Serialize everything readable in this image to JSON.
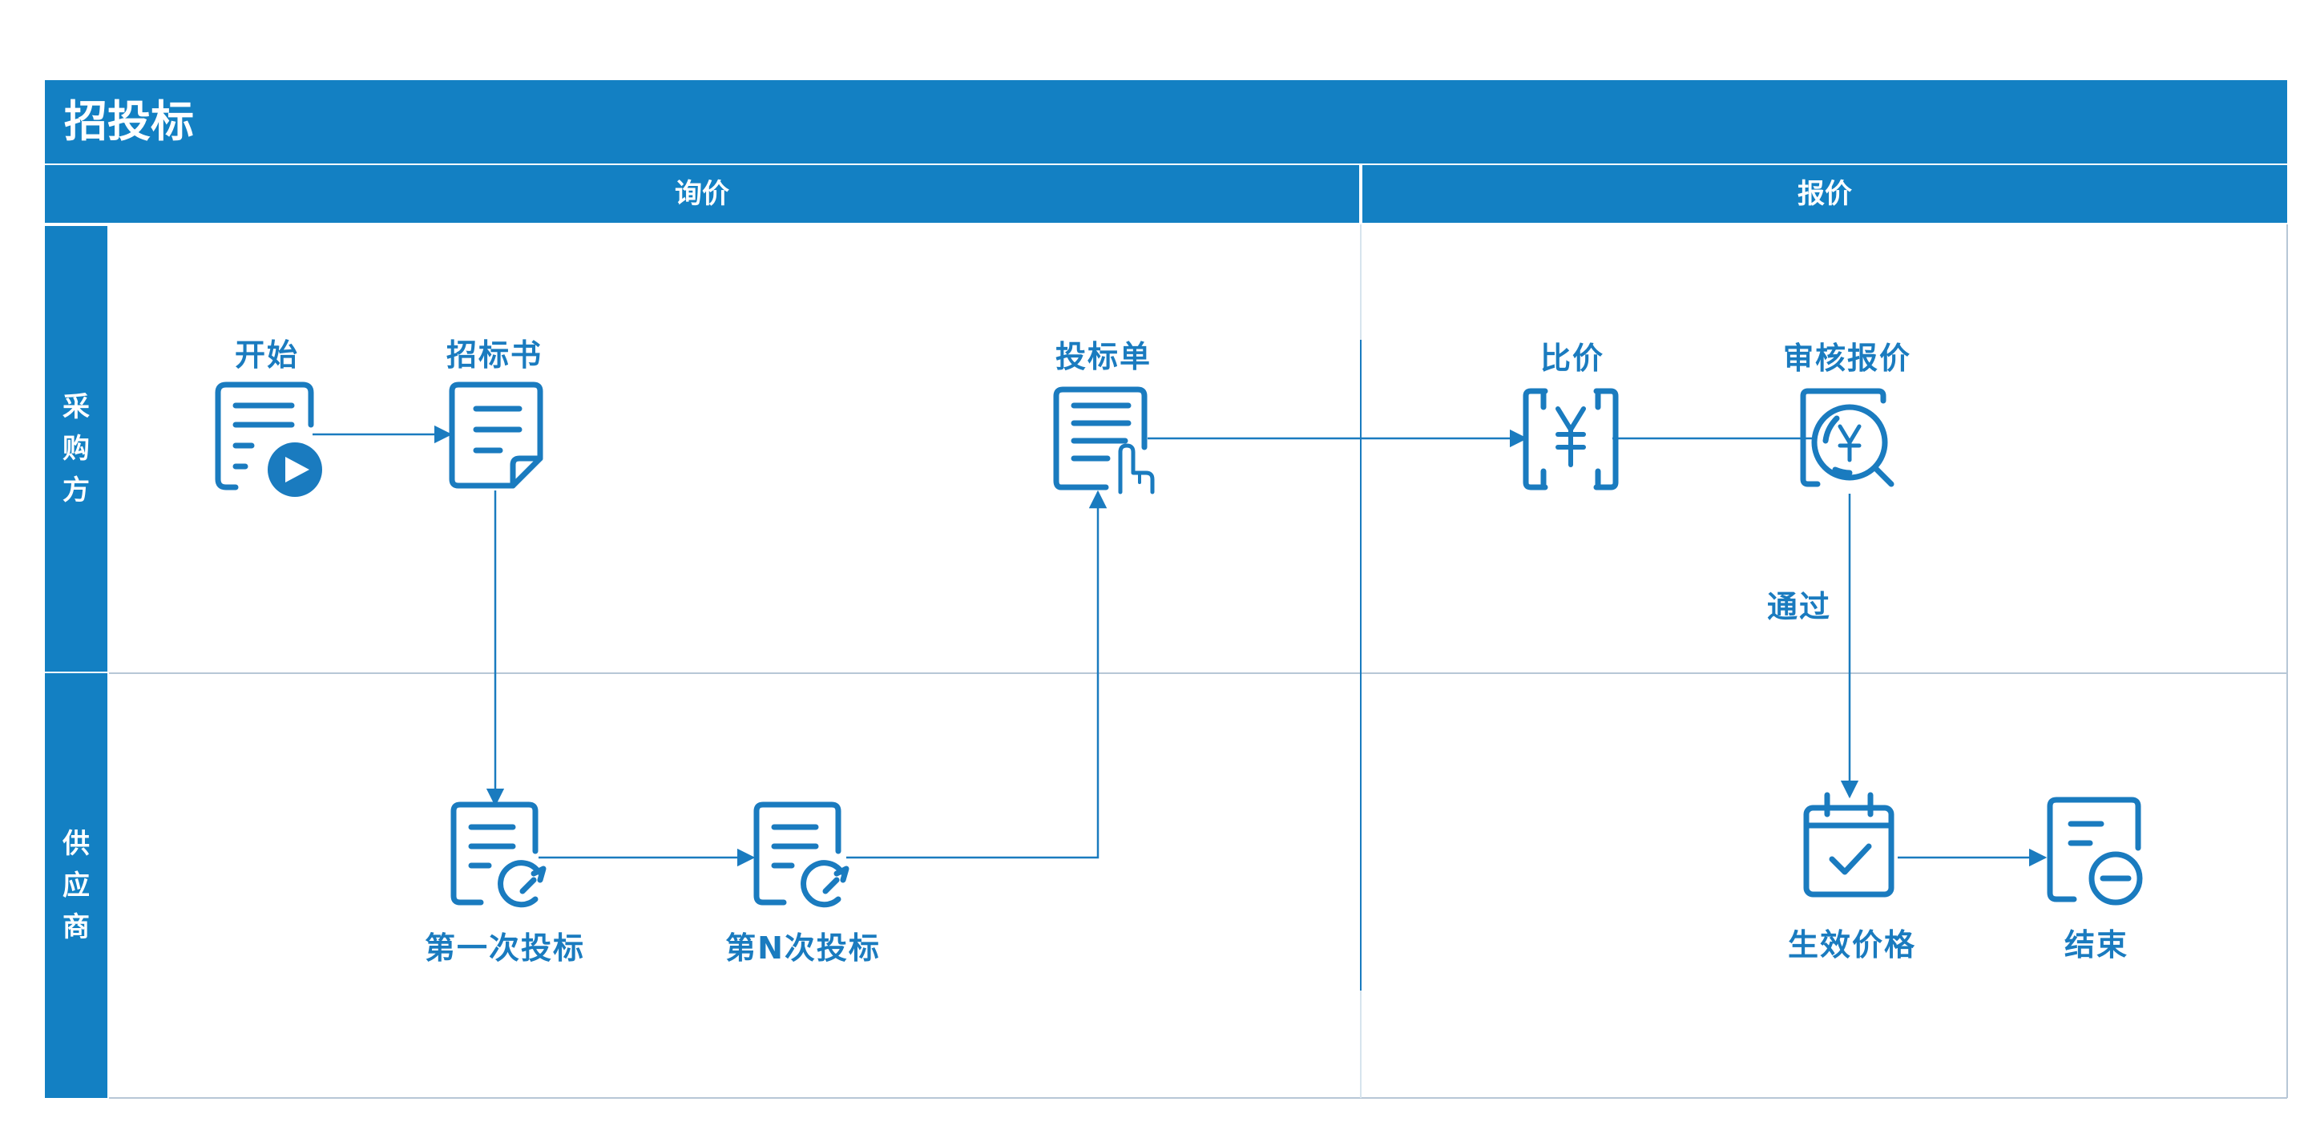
{
  "title": "招投标",
  "columns": [
    "询价",
    "报价"
  ],
  "lanes": [
    "采购方",
    "供应商"
  ],
  "nodes": {
    "start": "开始",
    "tender_doc": "招标书",
    "bid_form": "投标单",
    "compare": "比价",
    "review": "审核报价",
    "first_bid": "第一次投标",
    "nth_bid": "第N次投标",
    "effective_price": "生效价格",
    "end": "结束"
  },
  "edge_labels": {
    "pass": "通过"
  },
  "icons": {
    "start": "document-play-icon",
    "tender_doc": "document-icon",
    "bid_form": "document-hand-icon",
    "compare": "yuan-bracket-icon",
    "review": "yuan-search-icon",
    "first_bid": "document-refresh-icon",
    "nth_bid": "document-refresh-icon",
    "effective_price": "calendar-check-icon",
    "end": "document-minus-icon"
  },
  "colors": {
    "primary": "#1380c3",
    "icon": "#1a7bbf"
  }
}
